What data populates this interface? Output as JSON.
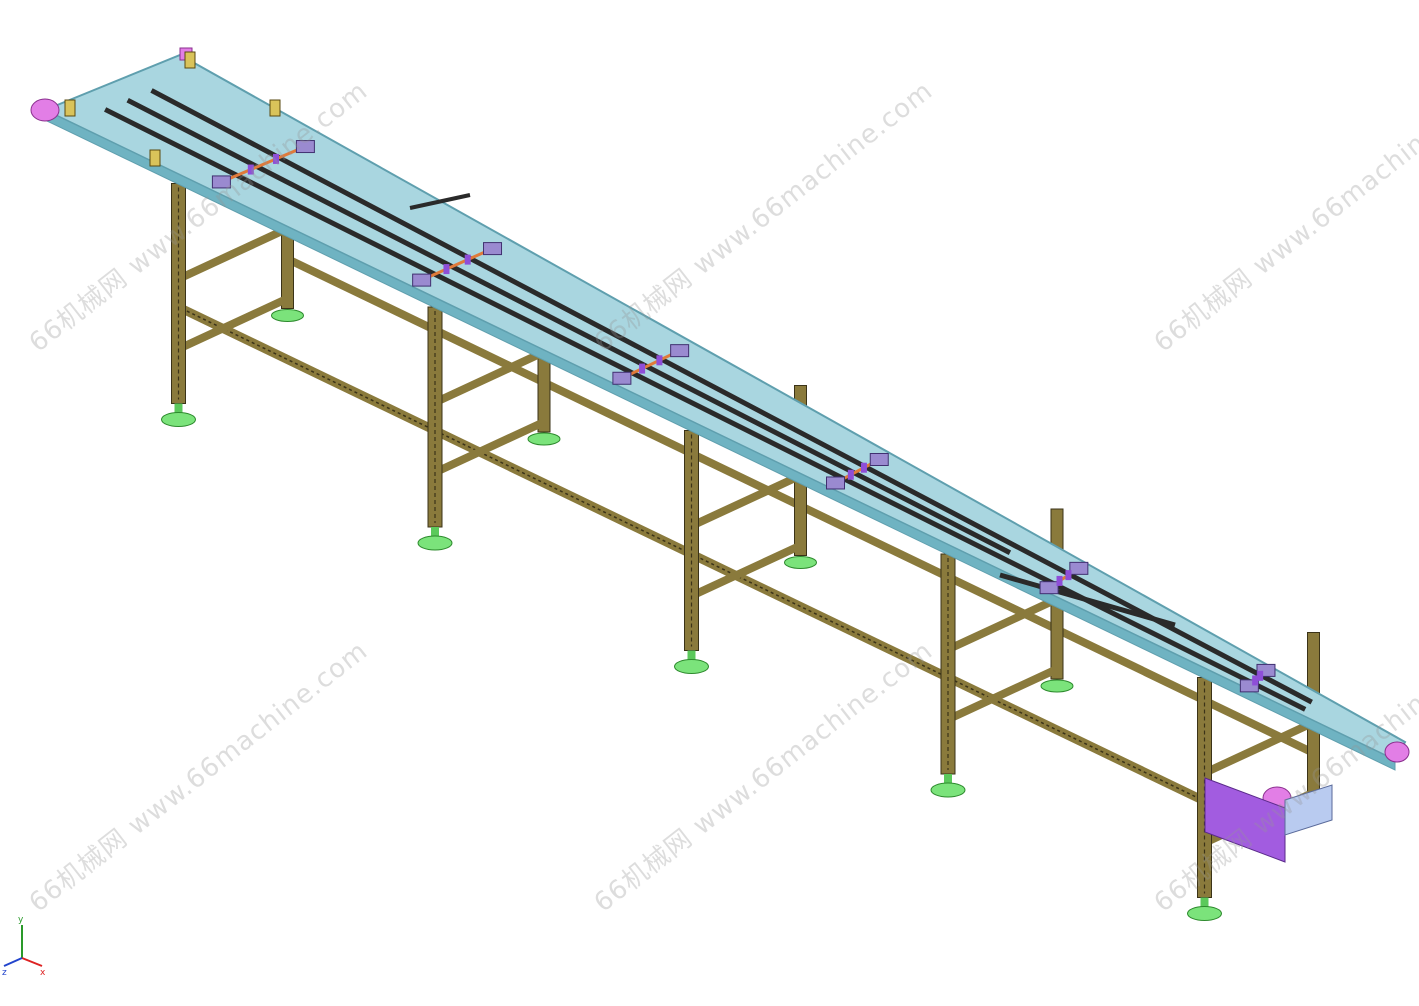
{
  "watermark": {
    "text": "66机械网 www.66machine.com"
  },
  "triad": {
    "x_label": "x",
    "y_label": "y",
    "z_label": "z"
  },
  "colors": {
    "belt": "#a9d6e0",
    "belt_edge": "#5f9fae",
    "frame": "#8a7a3c",
    "frame_dark": "#3b3318",
    "foot": "#7be37b",
    "end_cap": "#e27ee6",
    "motor": "#a25ce0",
    "guide_rod": "#e07a3a",
    "strip": "#2a2a2a"
  }
}
